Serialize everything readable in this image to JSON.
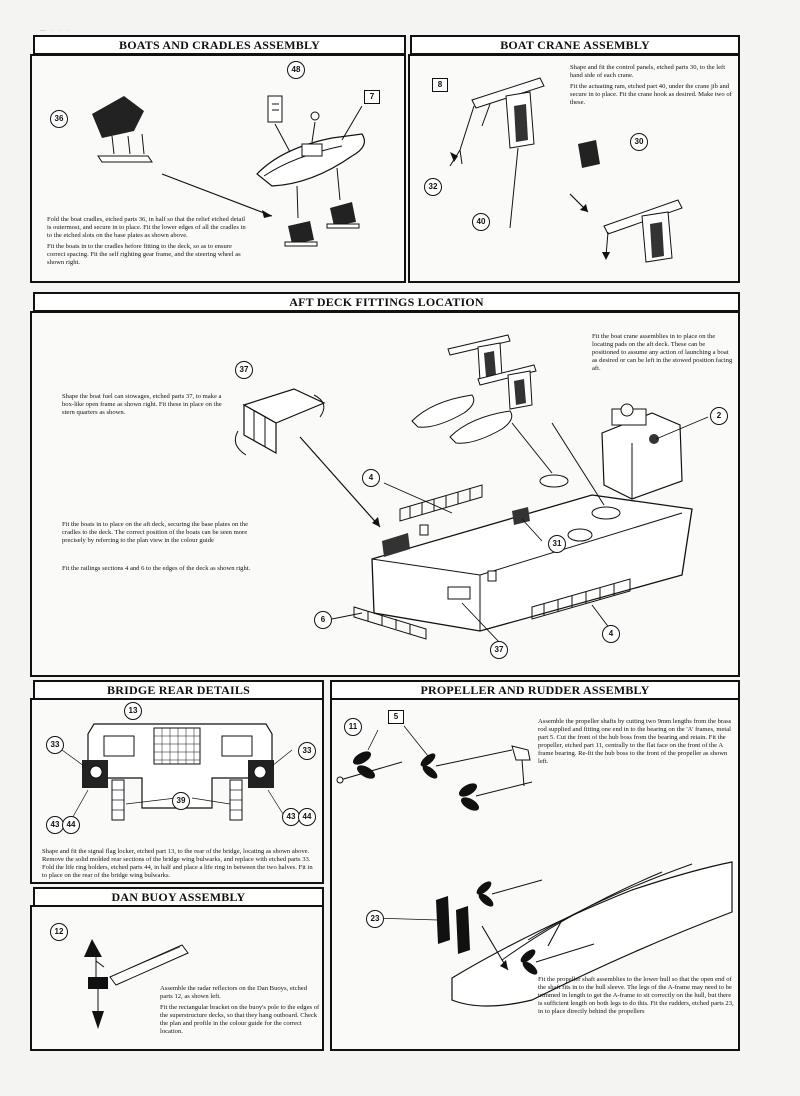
{
  "sections": {
    "boats": {
      "title": "BOATS AND CRADLES ASSEMBLY",
      "paragraphs": [
        "Fold the boat cradles, etched parts 36, in half so that the relief etched detail is outermost, and secure in to place. Fit the lower edges of all the cradles in to the etched slots on the base plates as shown above.",
        "Fit the boats in to the cradles before fitting to the deck, so as to ensure correct spacing. Fit the self righting gear frame, and the steering wheel as shown right."
      ],
      "callouts": [
        "36",
        "48",
        "7"
      ]
    },
    "crane": {
      "title": "BOAT CRANE ASSEMBLY",
      "paragraphs": [
        "Shape and fit the control panels, etched parts 30, to the left hand side of each crane.",
        "Fit the actuating ram, etched part 40, under the crane jib and secure in to place. Fit the crane hook as desired. Make two of these."
      ],
      "callouts": [
        "8",
        "30",
        "32",
        "40"
      ]
    },
    "aft": {
      "title": "AFT DECK FITTINGS LOCATION",
      "p_stowage": "Shape the boat fuel can stowages, etched parts 37, to make a box-like open frame as shown right. Fit these in place on the stern quarters as shown.",
      "p_crane": "Fit the boat crane assemblies in to place on the locating pads on the aft deck. These can be positioned to assume any action of launching a boat as desired or can be left in the stowed position facing aft.",
      "p_boats": "Fit the boats in to place on the aft deck, securing the base plates on the cradles to the deck. The correct position of the boats can be seen more precisely by referring to the plan view in the colour guide",
      "p_railings": "Fit the railings sections 4 and 6 to the edges of the deck as shown right.",
      "callouts": [
        "37",
        "2",
        "4",
        "31",
        "6",
        "37",
        "4"
      ]
    },
    "bridge": {
      "title": "BRIDGE REAR DETAILS",
      "paragraph": "Shape and fit the signal flag locker, etched part 13, to the rear of the bridge, locating as shown above. Remove the solid molded rear sections of the bridge wing bulwarks, and replace with etched parts 33. Fold the life ring holders, etched parts 44, in half and place a life ring in between the two halves. Fit in to place on the rear of the bridge wing bulwarks.",
      "callouts": [
        "13",
        "33",
        "33",
        "39",
        "43",
        "44",
        "43",
        "44"
      ]
    },
    "danbuoy": {
      "title": "DAN BUOY ASSEMBLY",
      "paragraphs": [
        "Assemble the radar reflectors on the Dan Buoys, etched parts 12, as shown left.",
        "Fit the rectangular bracket on the buoy's pole to the edges of the superstructure decks, so that they hang outboard. Check the plan and profile in the colour guide for the correct location."
      ],
      "callouts": [
        "12"
      ]
    },
    "propeller": {
      "title": "PROPELLER AND RUDDER ASSEMBLY",
      "p_top": "Assemble the propeller shafts by cutting two 9mm lengths from the brass rod supplied and fitting one end in to the bearing on the 'A' frames, metal part 5. Cut the front of the hub boss from the bearing and retain. Fit the propeller, etched part 11, centrally to the flat face on the front of the A frame bearing. Re-fit the hub boss to the front of the propeller as shown left.",
      "p_bottom": "Fit the propeller shaft assemblies to the lower hull so that the open end of the shaft fits in to the hull sleeve. The legs of the A-frame may need to be trimmed in length to get the A-frame to sit correctly on the hull, but there is sufficient length on both legs to do this. Fit the rudders, etched parts 23, in to place directly behind the propellers",
      "callouts": [
        "11",
        "5",
        "23"
      ]
    }
  },
  "scan_mark": "— · · ·"
}
